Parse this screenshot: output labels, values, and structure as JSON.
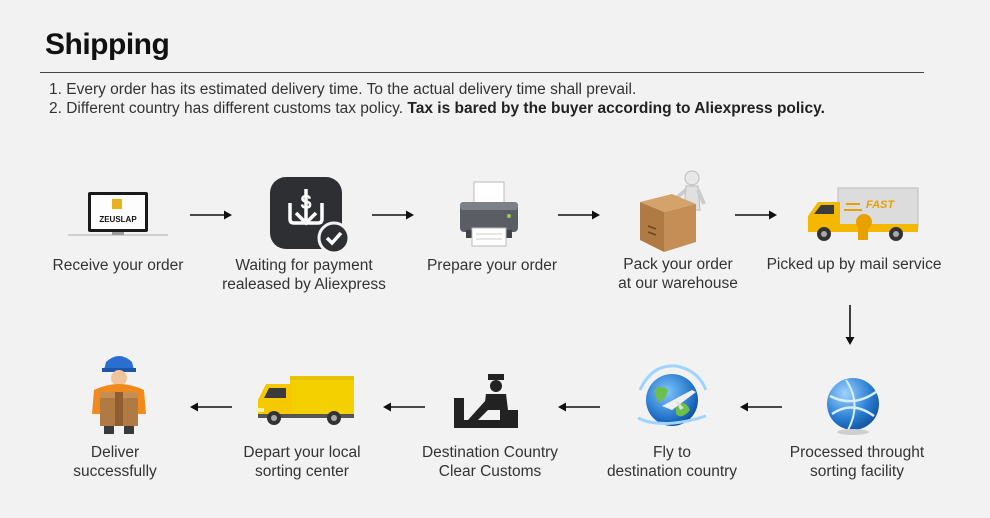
{
  "title": "Shipping",
  "notes": {
    "line1": "1. Every order has its estimated delivery time. To the actual delivery time shall prevail.",
    "line2_prefix": "2. Different country has different customs tax policy. ",
    "line2_bold": "Tax is bared by the buyer according to Aliexpress policy."
  },
  "laptop_brand": "ZEUSLAP",
  "truck_text": "FAST",
  "steps": [
    {
      "line1": "Receive your order",
      "line2": "",
      "icon": "laptop-icon"
    },
    {
      "line1": "Waiting for payment",
      "line2": "realeased by Aliexpress",
      "icon": "payment-icon"
    },
    {
      "line1": "Prepare your order",
      "line2": "",
      "icon": "printer-icon"
    },
    {
      "line1": "Pack your order",
      "line2": "at our warehouse",
      "icon": "package-icon"
    },
    {
      "line1": "Picked up by mail service",
      "line2": "",
      "icon": "delivery-truck-icon"
    },
    {
      "line1": "Processed throught",
      "line2": "sorting facility",
      "icon": "globe-icon"
    },
    {
      "line1": "Fly to",
      "line2": "destination country",
      "icon": "airplane-globe-icon"
    },
    {
      "line1": "Destination Country",
      "line2": "Clear Customs",
      "icon": "customs-icon"
    },
    {
      "line1": "Depart your local",
      "line2": "sorting center",
      "icon": "van-icon"
    },
    {
      "line1": "Deliver",
      "line2": "successfully",
      "icon": "courier-icon"
    }
  ],
  "colors": {
    "background": "#f2f2f2",
    "truck_yellow": "#f5b800",
    "globe_blue": "#2a7fd4",
    "box_brown": "#b07a45",
    "icon_dark": "#2b2b2b"
  }
}
